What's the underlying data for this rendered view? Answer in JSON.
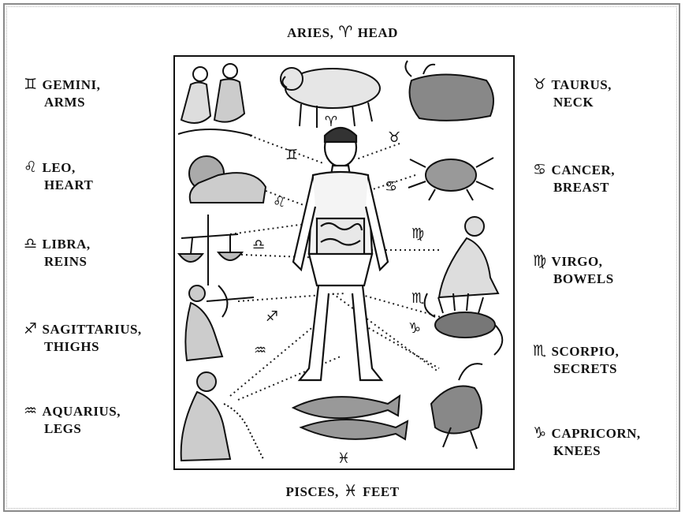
{
  "top_label": {
    "name": "ARIES,",
    "symbol": "♈",
    "part": "HEAD"
  },
  "bottom_label": {
    "name": "PISCES,",
    "symbol": "♓",
    "part": "FEET"
  },
  "left_labels": [
    {
      "symbol": "♊",
      "name": "GEMINI,",
      "part": "ARMS"
    },
    {
      "symbol": "♌",
      "name": "LEO,",
      "part": "HEART"
    },
    {
      "symbol": "♎",
      "name": "LIBRA,",
      "part": "REINS"
    },
    {
      "symbol": "♐",
      "name": "SAGITTARIUS,",
      "part": "THIGHS"
    },
    {
      "symbol": "♒",
      "name": "AQUARIUS,",
      "part": "LEGS"
    }
  ],
  "right_labels": [
    {
      "symbol": "♉",
      "name": "TAURUS,",
      "part": "NECK"
    },
    {
      "symbol": "♋",
      "name": "CANCER,",
      "part": "BREAST"
    },
    {
      "symbol": "♍",
      "name": "VIRGO,",
      "part": "BOWELS"
    },
    {
      "symbol": "♏",
      "name": "SCORPIO,",
      "part": "SECRETS"
    },
    {
      "symbol": "♑",
      "name": "CAPRICORN,",
      "part": "KNEES"
    }
  ],
  "illustration_glyphs": {
    "aries": "♈",
    "taurus": "♉",
    "gemini": "♊",
    "cancer": "♋",
    "leo": "♌",
    "virgo": "♍",
    "libra": "♎",
    "scorpio": "♏",
    "sagittarius": "♐",
    "capricorn": "♑",
    "aquarius": "♒",
    "pisces": "♓"
  }
}
